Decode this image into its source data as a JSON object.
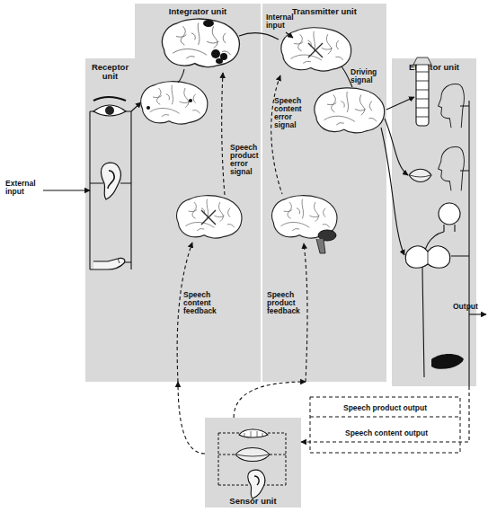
{
  "diagram": {
    "nodes": [
      {
        "text": [
          "Receptor unit"
        ]
      },
      {
        "text": [
          "Integrator unit"
        ]
      },
      {
        "text": [
          "Transmitter unit"
        ]
      },
      {
        "text": [
          "Effector unit"
        ]
      },
      {
        "text": [
          "Sensor unit"
        ]
      }
    ],
    "edges": [
      {
        "from": 3,
        "to": 4,
        "arrow": "to"
      },
      {
        "from": 4,
        "to": 1,
        "label": "Speech content feedback",
        "arrow": "to"
      },
      {
        "from": 4,
        "to": 2,
        "label": "Speech product feedback",
        "arrow": "to"
      }
    ],
    "labels": [
      "External input",
      "Internal input",
      "Speech content error signal",
      "Speech product error signal",
      "Driving signal",
      "Output",
      "Speech product output",
      "Speech content output"
    ]
  }
}
